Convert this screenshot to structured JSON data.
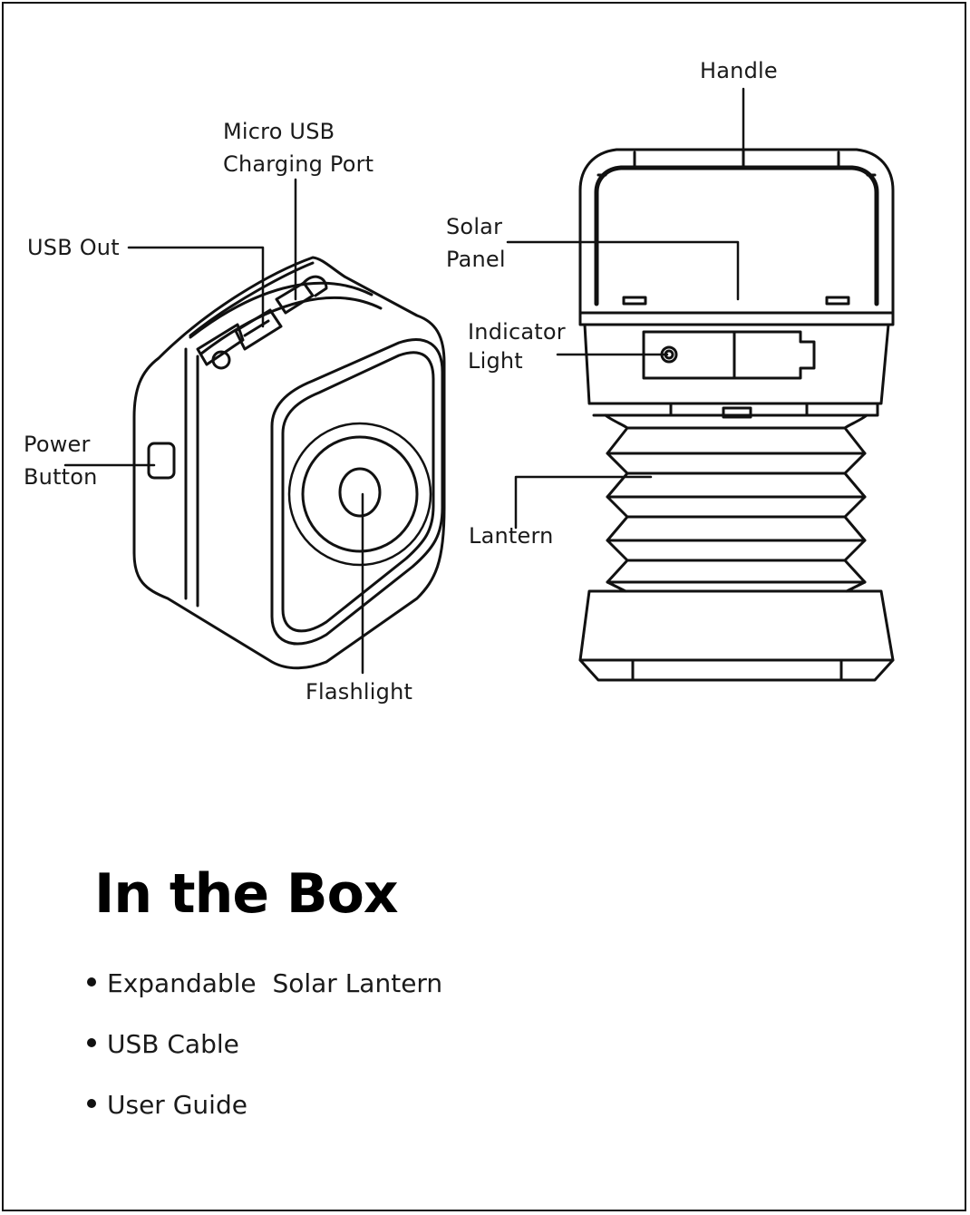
{
  "diagram": {
    "labels": {
      "micro_usb_line1": "Micro USB",
      "micro_usb_line2": "Charging Port",
      "usb_out": "USB Out",
      "power_line1": "Power",
      "power_line2": "Button",
      "flashlight": "Flashlight",
      "handle": "Handle",
      "solar_line1": "Solar",
      "solar_line2": "Panel",
      "indicator_line1": "Indicator",
      "indicator_line2": "Light",
      "lantern": "Lantern"
    }
  },
  "in_the_box": {
    "title": "In the Box",
    "items": [
      "Expandable  Solar Lantern",
      "USB Cable",
      "User Guide"
    ]
  }
}
